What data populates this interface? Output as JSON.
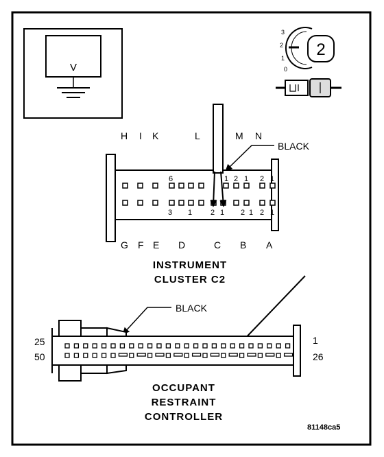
{
  "meter": {
    "label": "V"
  },
  "connector_icon": {
    "positions": [
      "3",
      "2",
      "1",
      "0"
    ],
    "number": "2"
  },
  "instrument_cluster": {
    "top_letters": [
      "H",
      "I",
      "K",
      "L",
      "M",
      "N"
    ],
    "bottom_letters": [
      "G",
      "F",
      "E",
      "D",
      "C",
      "B",
      "A"
    ],
    "top_row_numbers": [
      "6",
      "1",
      "2",
      "1",
      "2",
      "1"
    ],
    "bottom_row_numbers": [
      "3",
      "1",
      "2",
      "1",
      "2",
      "1",
      "2",
      "1"
    ],
    "wire_color": "BLACK",
    "title_line1": "INSTRUMENT",
    "title_line2": "CLUSTER C2"
  },
  "occupant_restraint_controller": {
    "wire_color": "BLACK",
    "left_pins": [
      "25",
      "50"
    ],
    "right_pins": [
      "1",
      "26"
    ],
    "title_line1": "OCCUPANT",
    "title_line2": "RESTRAINT",
    "title_line3": "CONTROLLER"
  },
  "figure_id": "81148ca5"
}
